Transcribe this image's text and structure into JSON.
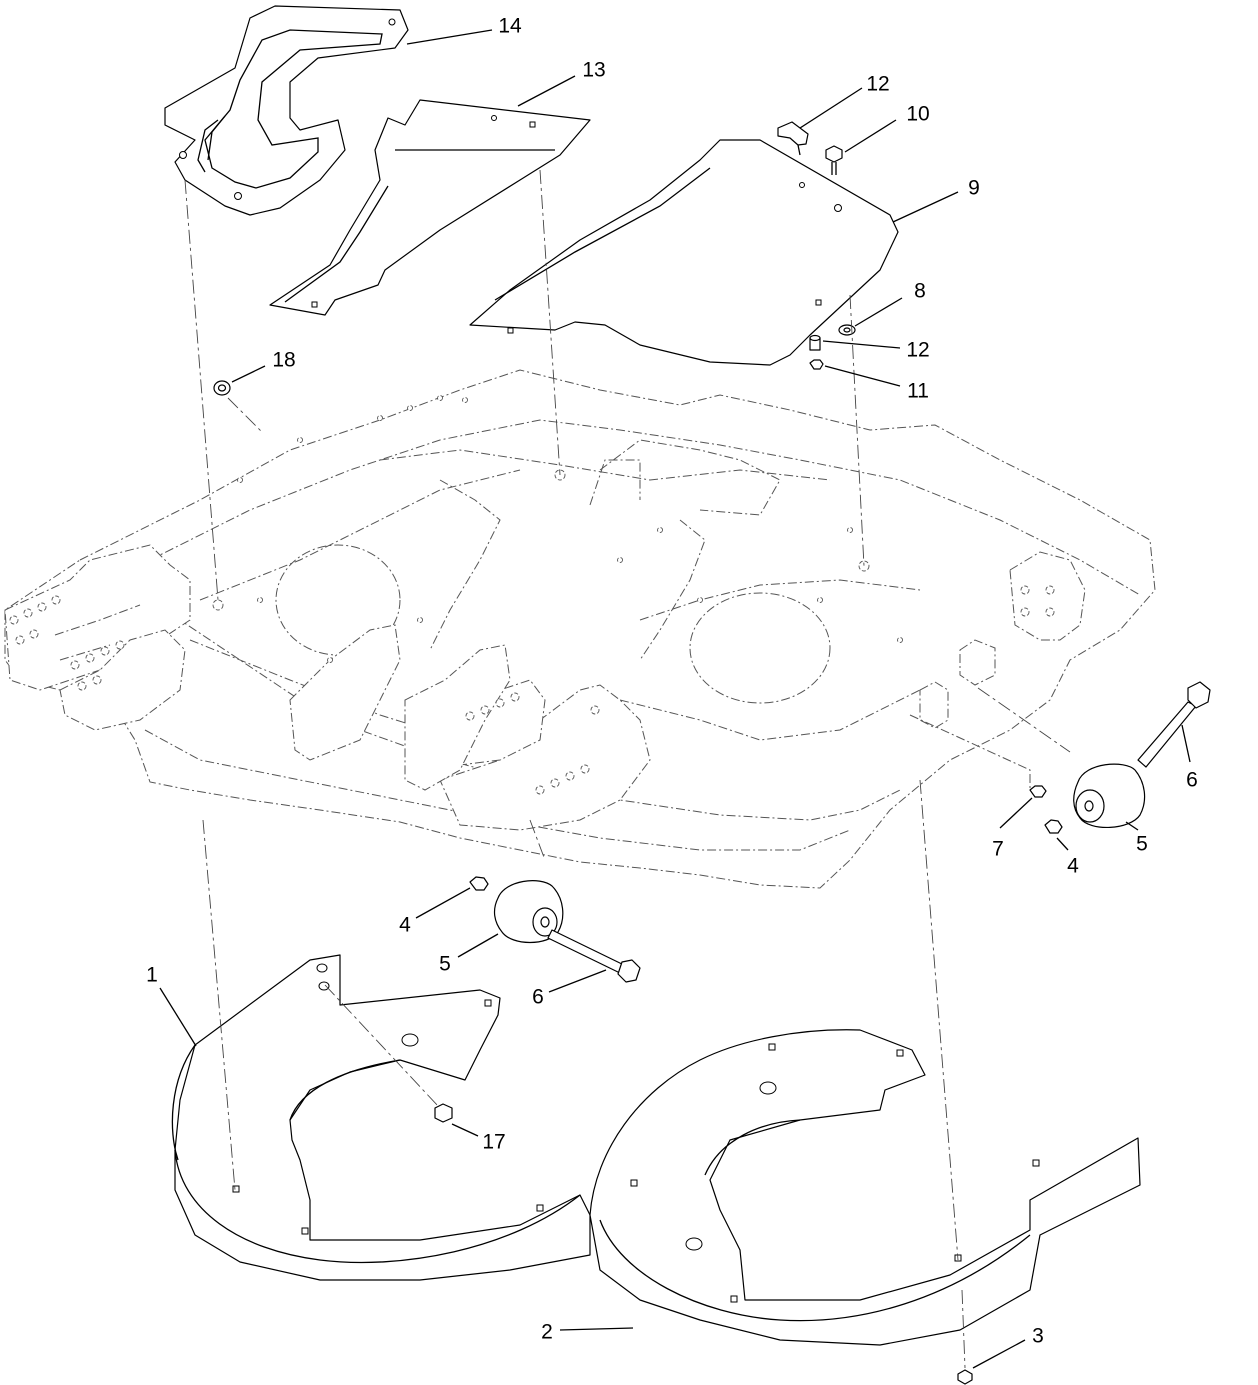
{
  "diagram": {
    "callouts": [
      {
        "id": "c14",
        "label": "14"
      },
      {
        "id": "c13",
        "label": "13"
      },
      {
        "id": "c12a",
        "label": "12"
      },
      {
        "id": "c10",
        "label": "10"
      },
      {
        "id": "c9",
        "label": "9"
      },
      {
        "id": "c8",
        "label": "8"
      },
      {
        "id": "c12b",
        "label": "12"
      },
      {
        "id": "c11",
        "label": "11"
      },
      {
        "id": "c18",
        "label": "18"
      },
      {
        "id": "c6a",
        "label": "6"
      },
      {
        "id": "c7",
        "label": "7"
      },
      {
        "id": "c5a",
        "label": "5"
      },
      {
        "id": "c4a",
        "label": "4"
      },
      {
        "id": "c4b",
        "label": "4"
      },
      {
        "id": "c5b",
        "label": "5"
      },
      {
        "id": "c6b",
        "label": "6"
      },
      {
        "id": "c1",
        "label": "1"
      },
      {
        "id": "c17",
        "label": "17"
      },
      {
        "id": "c2",
        "label": "2"
      },
      {
        "id": "c3",
        "label": "3"
      }
    ]
  }
}
